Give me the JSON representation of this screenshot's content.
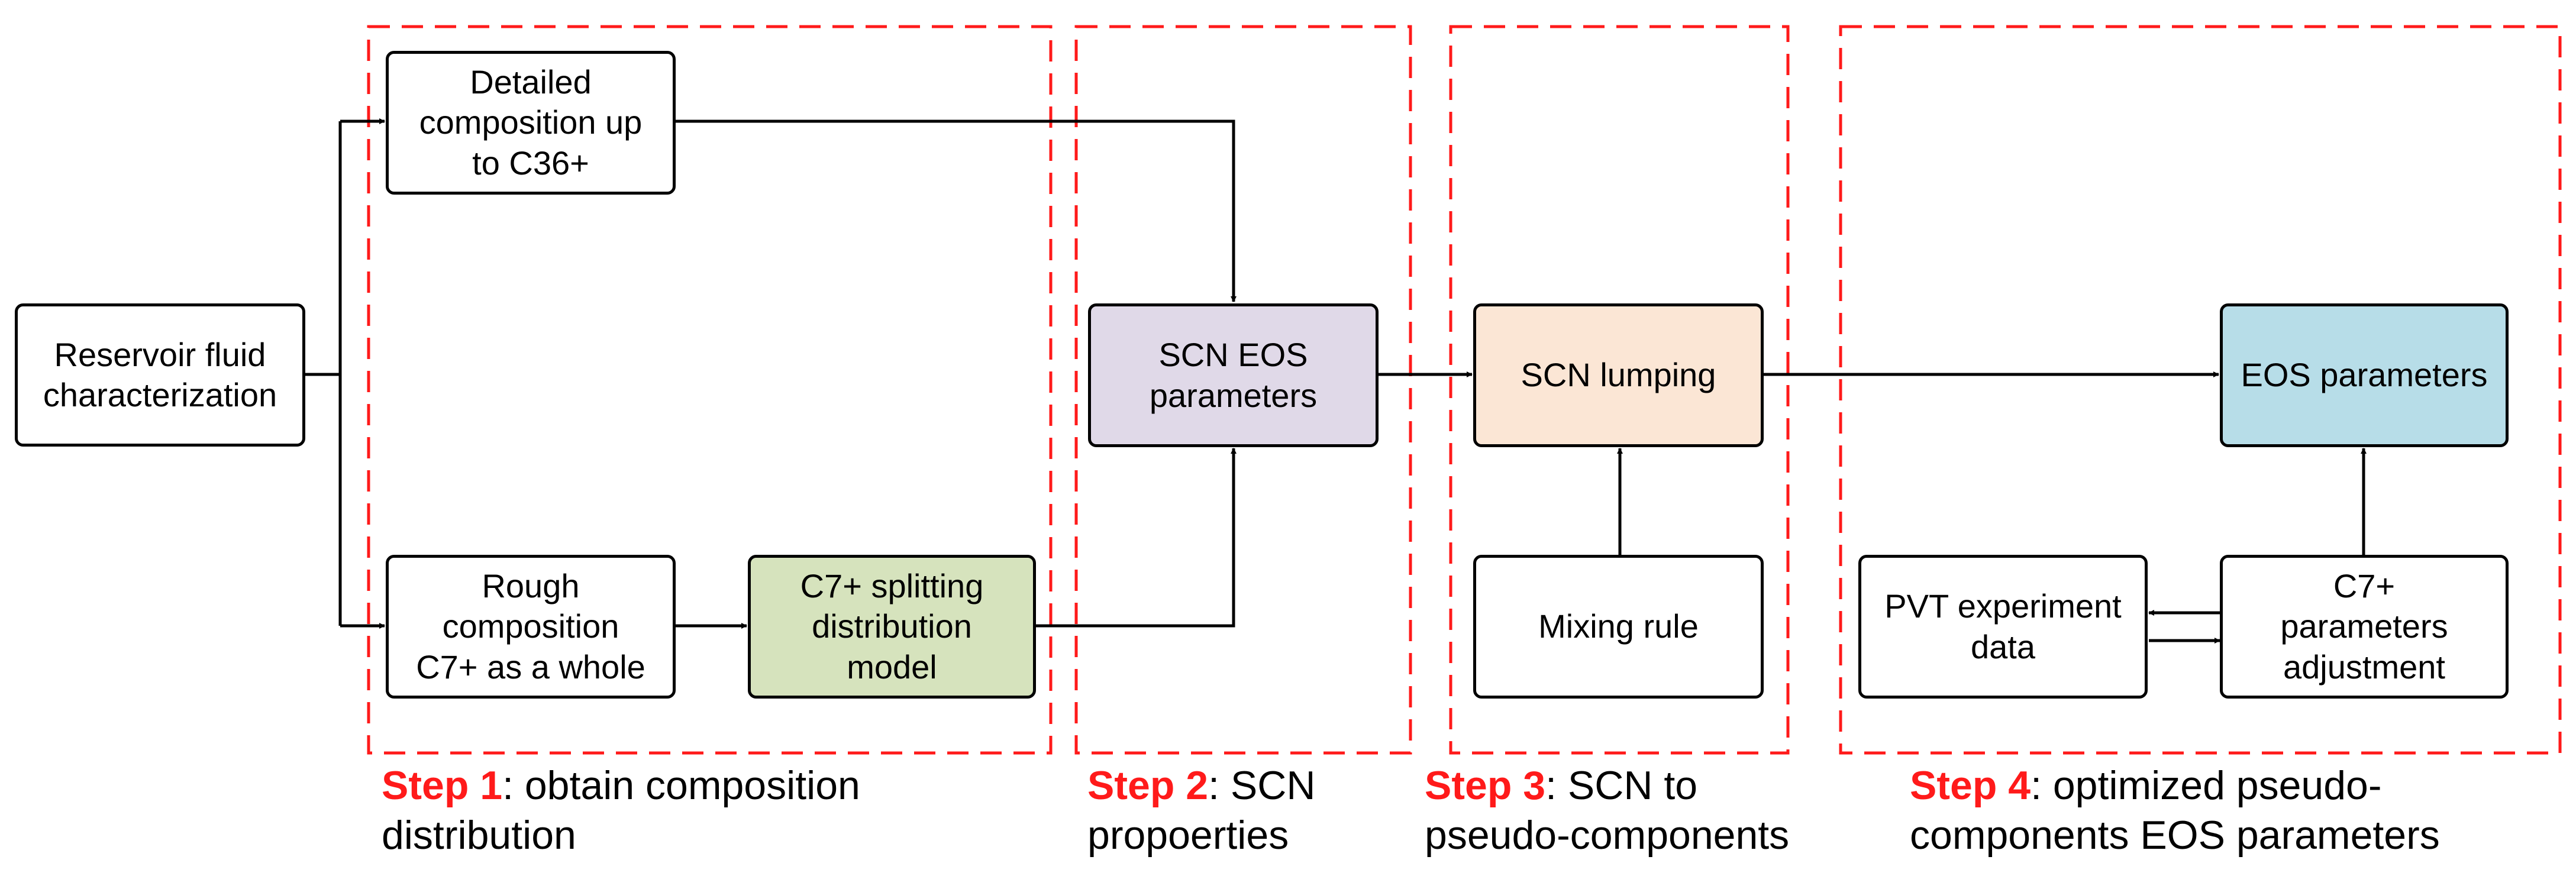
{
  "colors": {
    "step_red": "#ff1a1a",
    "scn_eos_fill": "#e0d9e8",
    "scn_lumping_fill": "#fbe6d5",
    "eos_fill": "#b7dde8",
    "splitting_fill": "#d6e3bd",
    "plain_fill": "#ffffff"
  },
  "boxes": {
    "reservoir": [
      "Reservoir fluid",
      "characterization"
    ],
    "detailed": [
      "Detailed",
      "composition up",
      "to C36+"
    ],
    "rough": [
      "Rough",
      "composition",
      "C7+ as a whole"
    ],
    "splitting": [
      "C7+ splitting",
      "distribution",
      "model"
    ],
    "scn_eos": [
      "SCN EOS",
      "parameters"
    ],
    "scn_lumping": [
      "SCN lumping"
    ],
    "mixing": [
      "Mixing rule"
    ],
    "eos": [
      "EOS parameters"
    ],
    "pvt": [
      "PVT experiment",
      "data"
    ],
    "c7adj": [
      "C7+",
      "parameters",
      "adjustment"
    ]
  },
  "steps": [
    {
      "label": "Step 1",
      "line1": ": obtain composition",
      "line2": "distribution"
    },
    {
      "label": "Step 2",
      "line1": ": SCN",
      "line2": "propoerties"
    },
    {
      "label": "Step 3",
      "line1": ": SCN to",
      "line2": "pseudo-components"
    },
    {
      "label": "Step 4",
      "line1": ": optimized pseudo-",
      "line2": "components EOS parameters"
    }
  ]
}
